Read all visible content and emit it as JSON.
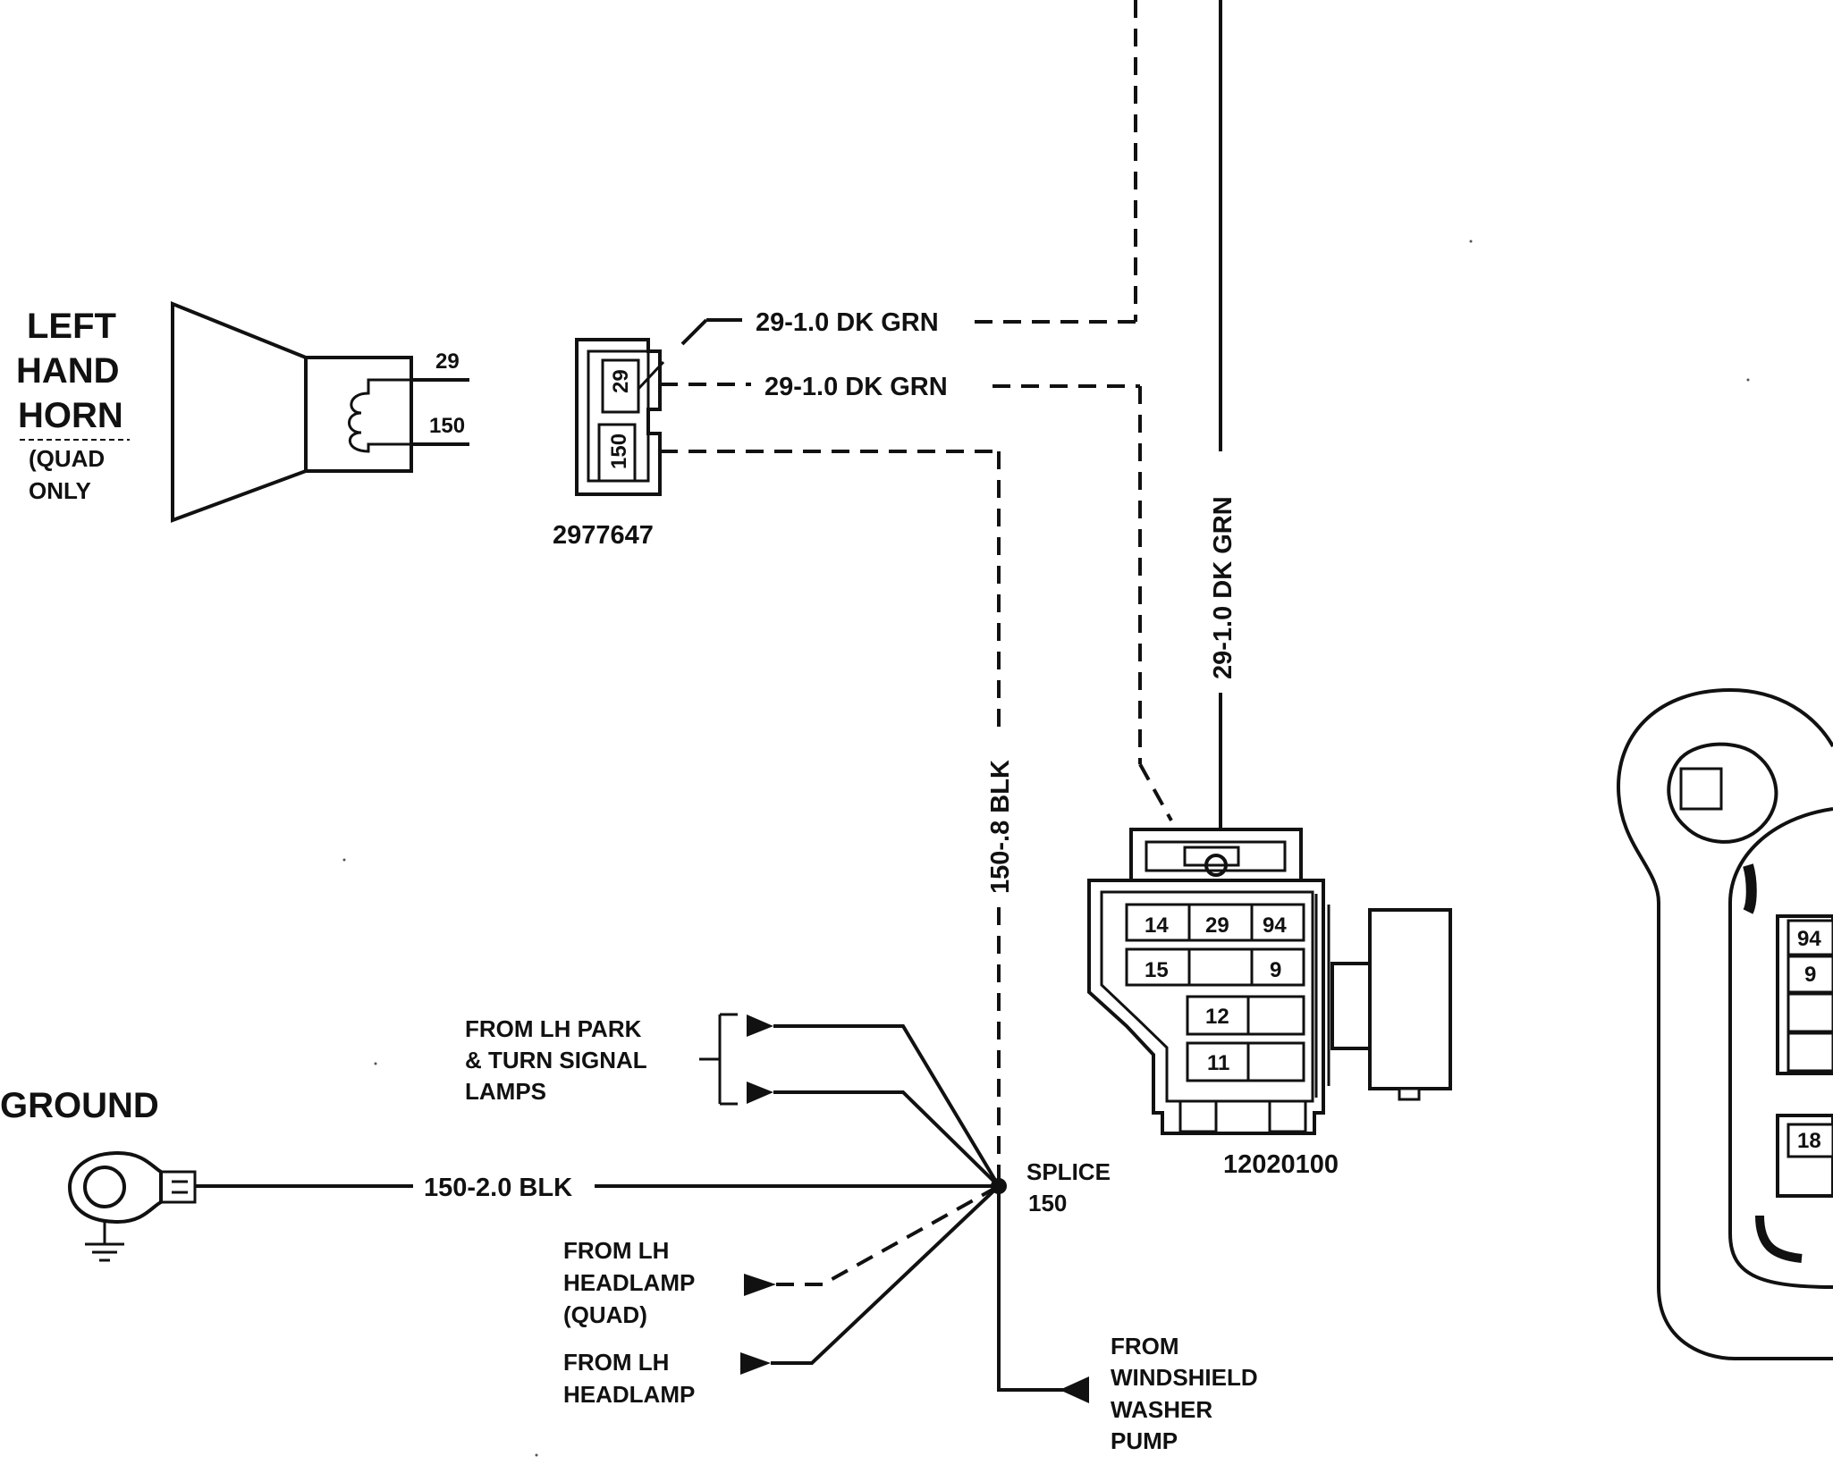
{
  "horn": {
    "title_lines": [
      "LEFT",
      "HAND",
      "HORN"
    ],
    "note_lines": [
      "(QUAD",
      "ONLY"
    ],
    "pins": [
      "29",
      "150"
    ]
  },
  "horn_connector": {
    "part_number": "2977647",
    "pins": [
      "29",
      "150"
    ]
  },
  "wires": {
    "dk_grn_upper": "29-1.0 DK GRN",
    "dk_grn_lower": "29-1.0 DK GRN",
    "dk_grn_vertical": "29-1.0 DK GRN",
    "blk_vertical": "150-.8 BLK",
    "blk_ground": "150-2.0 BLK"
  },
  "ground": {
    "label": "GROUND"
  },
  "splice": {
    "lines": [
      "SPLICE",
      "150"
    ]
  },
  "sources": {
    "park_turn": [
      "FROM LH PARK",
      "& TURN SIGNAL",
      "LAMPS"
    ],
    "headlamp_quad": [
      "FROM LH",
      "HEADLAMP",
      "(QUAD)"
    ],
    "headlamp": [
      "FROM LH",
      "HEADLAMP"
    ],
    "washer_pump": [
      "FROM",
      "WINDSHIELD",
      "WASHER",
      "PUMP"
    ]
  },
  "fuse_block": {
    "part_number": "12020100",
    "cells": [
      "14",
      "29",
      "94",
      "15",
      "",
      "9",
      "12",
      "",
      "11",
      ""
    ]
  },
  "right_module": {
    "cells": [
      "94",
      "9",
      "18"
    ]
  }
}
